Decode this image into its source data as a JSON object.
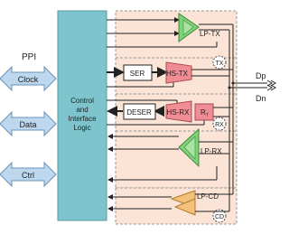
{
  "ppi_label": "PPI",
  "ppi_signals": [
    "Clock",
    "Data",
    "Ctrl"
  ],
  "logic_block": {
    "lines": [
      "Control",
      "and",
      "Interface",
      "Logic"
    ]
  },
  "blocks": {
    "lp_tx": "LP-TX",
    "ser": "SER",
    "hs_tx": "HS-TX",
    "tx_badge": "TX",
    "deser": "DESER",
    "hs_rx": "HS-RX",
    "rt": "R",
    "rt_sub": "T",
    "rx_badge": "RX",
    "lp_rx": "LP-RX",
    "lp_cd": "LP-CD",
    "cd_badge": "CD"
  },
  "pins": [
    "Dp",
    "Dn"
  ],
  "colors": {
    "logic_fill": "#7ec4cd",
    "ppi_arrow": "#bcd7ee",
    "pink_panel": "#fbe4d6",
    "lp_green": "#7fd17a",
    "hs_pink": "#f08c93",
    "cd_orange": "#f4c07a",
    "dash": "#999999"
  }
}
